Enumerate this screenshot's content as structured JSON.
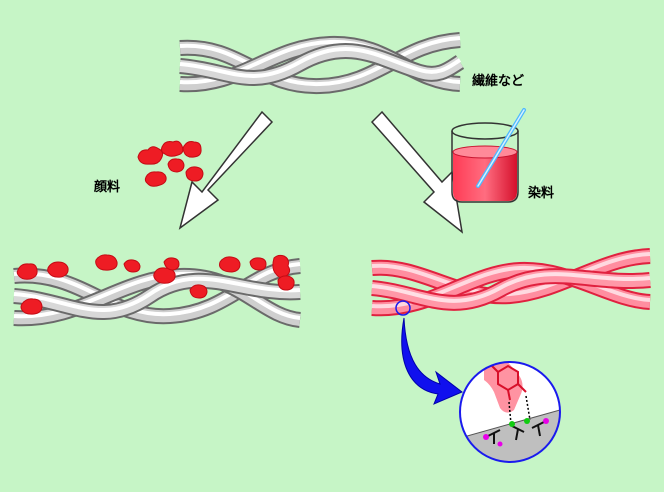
{
  "labels": {
    "fiber": "繊維など",
    "pigment": "顔料",
    "dye": "染料"
  },
  "colors": {
    "background": "#c6f5c6",
    "fiber_gray": "#b4b4b4",
    "fiber_red": "#ff6b7f",
    "pigment": "#ee1c24",
    "dye_liquid": "#ee1c3a",
    "zoom_arrow": "#0000ee"
  },
  "icons": [
    "twisted-fiber-icon",
    "pigment-particles-icon",
    "dye-beaker-icon",
    "zoom-arrow-icon",
    "molecule-inset-icon"
  ]
}
